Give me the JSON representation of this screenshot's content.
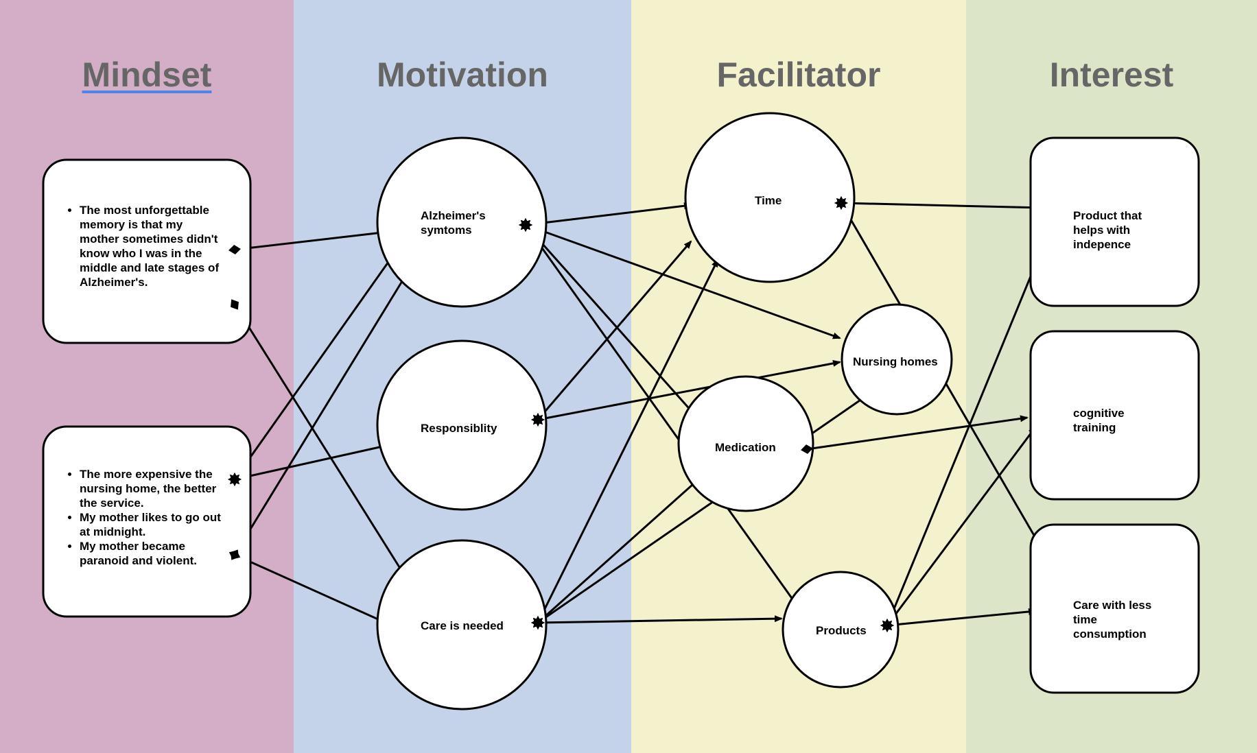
{
  "colors": {
    "mindset_bg": "#d4aec6",
    "motivation_bg": "#c5d3ea",
    "facilitator_bg": "#f4f1cd",
    "interest_bg": "#dde5c8",
    "title_text": "#666666",
    "title_underline": "#4a86e8",
    "node_fill": "#ffffff",
    "node_stroke": "#000000",
    "edge": "#000000"
  },
  "columns": {
    "mindset": "Mindset",
    "motivation": "Motivation",
    "facilitator": "Facilitator",
    "interest": "Interest"
  },
  "mindset": {
    "note_1": {
      "items": [
        "The most unforgettable memory is that my mother sometimes didn't know who I was in the middle and late stages of Alzheimer's."
      ]
    },
    "note_2": {
      "items": [
        "The more expensive the nursing home, the better the service.",
        "My mother likes to go out at midnight.",
        "My mother became paranoid and violent."
      ]
    }
  },
  "motivation": {
    "alzheimers": "Alzheimer's\nsymtoms",
    "responsibility": "Responsiblity",
    "care_needed": "Care is needed"
  },
  "facilitator": {
    "time": "Time",
    "nursing_homes": "Nursing homes",
    "medication": "Medication",
    "products": "Products"
  },
  "interest": {
    "independence": "Product that\nhelps with\nindepence",
    "cognitive": "cognitive\ntraining",
    "care_less_time": "Care with less\ntime\nconsumption"
  },
  "edges": [
    {
      "from": "note-1",
      "to": "alzheimers-symptoms",
      "tail": "diamond"
    },
    {
      "from": "note-1",
      "to": "care-is-needed",
      "tail": "diamond"
    },
    {
      "from": "note-2",
      "to": "alzheimers-symptoms",
      "tail": "star"
    },
    {
      "from": "note-2",
      "to": "responsibility",
      "tail": "star"
    },
    {
      "from": "note-2",
      "to": "alzheimers-symptoms",
      "tail": "diamond"
    },
    {
      "from": "note-2",
      "to": "care-is-needed",
      "tail": "diamond"
    },
    {
      "from": "alzheimers-symptoms",
      "to": "time",
      "tail": "star"
    },
    {
      "from": "alzheimers-symptoms",
      "to": "nursing-homes",
      "tail": "star"
    },
    {
      "from": "alzheimers-symptoms",
      "to": "medication",
      "tail": "star"
    },
    {
      "from": "alzheimers-symptoms",
      "to": "products",
      "tail": "star"
    },
    {
      "from": "responsibility",
      "to": "time",
      "tail": "star"
    },
    {
      "from": "responsibility",
      "to": "nursing-homes",
      "tail": "star"
    },
    {
      "from": "care-is-needed",
      "to": "time",
      "tail": "star"
    },
    {
      "from": "care-is-needed",
      "to": "medication",
      "tail": "star"
    },
    {
      "from": "care-is-needed",
      "to": "nursing-homes",
      "tail": "star"
    },
    {
      "from": "care-is-needed",
      "to": "products",
      "tail": "star"
    },
    {
      "from": "time",
      "to": "product-independence",
      "tail": "star"
    },
    {
      "from": "time",
      "to": "care-less-time",
      "tail": "star"
    },
    {
      "from": "medication",
      "to": "cognitive-training",
      "tail": "diamond"
    },
    {
      "from": "products",
      "to": "product-independence",
      "tail": "star"
    },
    {
      "from": "products",
      "to": "cognitive-training",
      "tail": "star"
    },
    {
      "from": "products",
      "to": "care-less-time",
      "tail": "star"
    }
  ]
}
